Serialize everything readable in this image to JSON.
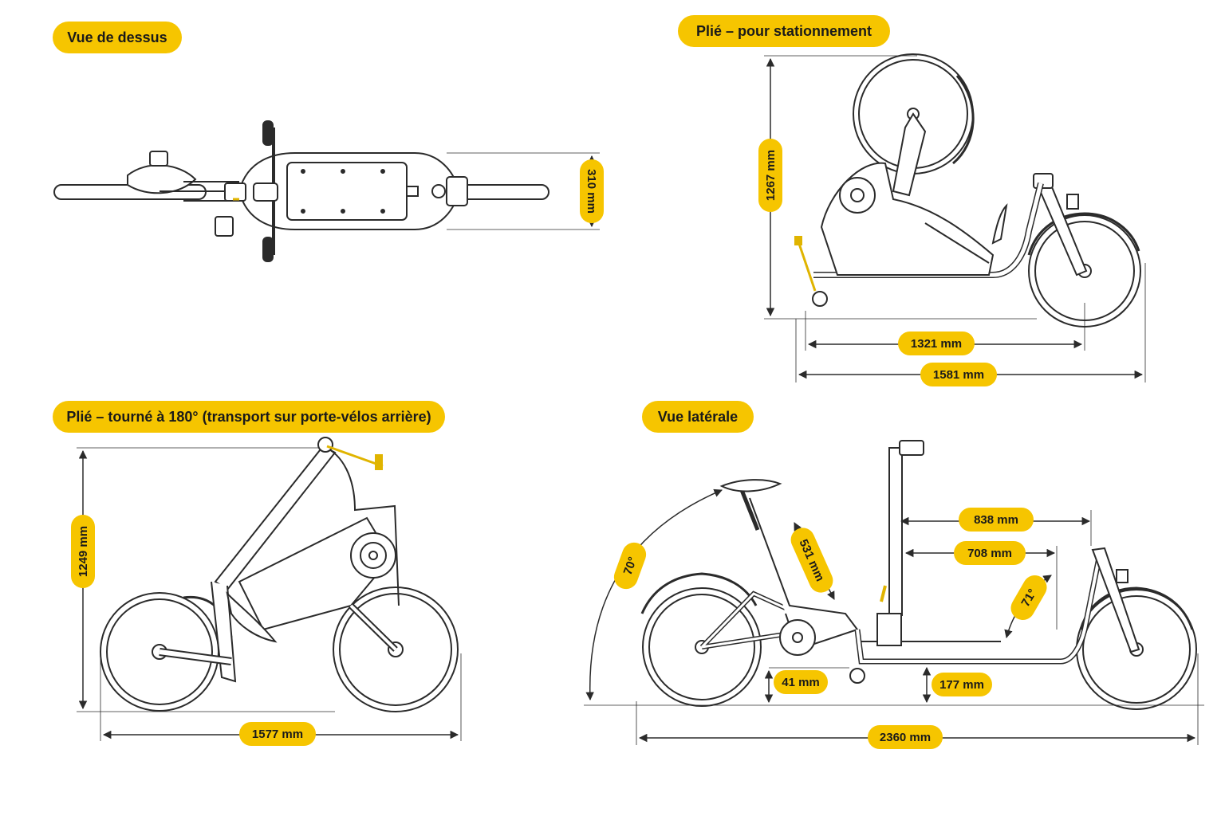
{
  "colors": {
    "accent": "#f6c500",
    "line": "#2b2b2b",
    "frame": "#ffffff",
    "highlight": "#e0b400"
  },
  "views": {
    "top": {
      "title": "Vue de dessus",
      "width_dim": "310 mm"
    },
    "folded_parking": {
      "title": "Plié – pour stationnement",
      "height_dim": "1267 mm",
      "length_inner_dim": "1321 mm",
      "length_outer_dim": "1581 mm"
    },
    "folded_rotated": {
      "title": "Plié – tourné à 180° (transport sur porte-vélos arrière)",
      "height_dim": "1249 mm",
      "length_dim": "1577 mm"
    },
    "side": {
      "title": "Vue latérale",
      "seat_tube_angle": "70°",
      "seat_tube_dim": "531 mm",
      "cargo_outer_dim": "838 mm",
      "cargo_inner_dim": "708 mm",
      "head_angle": "71°",
      "crank_clearance_dim": "41 mm",
      "ground_clearance_dim": "177 mm",
      "total_length_dim": "2360 mm"
    }
  }
}
